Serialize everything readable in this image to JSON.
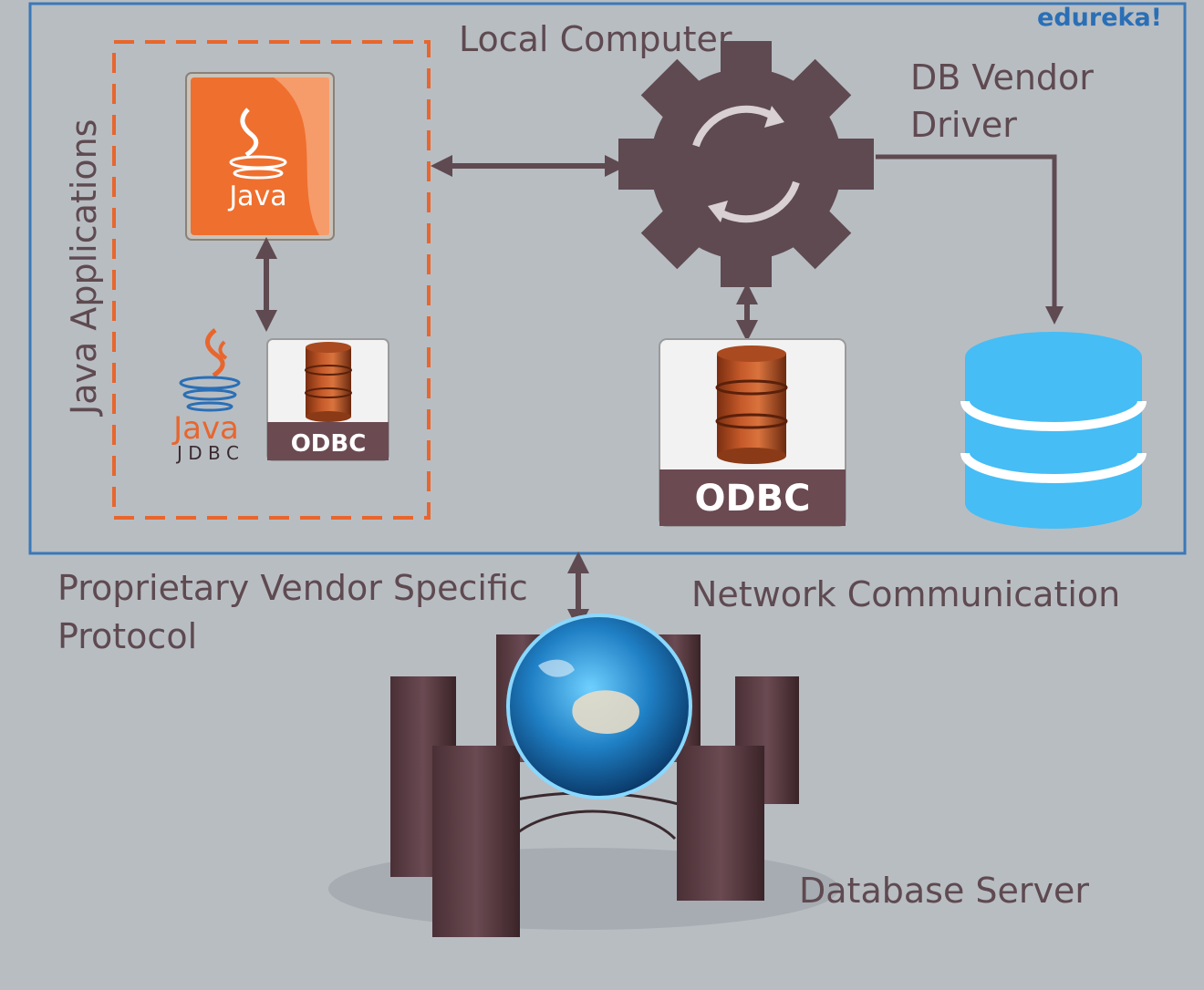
{
  "brand": "edureka!",
  "labels": {
    "local_computer": "Local Computer",
    "db_vendor_line1": "DB Vendor",
    "db_vendor_line2": "Driver",
    "java_applications": "Java Applications",
    "proprietary_line1": "Proprietary Vendor Specific",
    "proprietary_line2": "Protocol",
    "network_communication": "Network Communication",
    "database_server": "Database Server"
  },
  "icons": {
    "java_file": {
      "text": "Java"
    },
    "java_jdbc": {
      "word": "Java",
      "sub": "J D B C"
    },
    "odbc_small": "ODBC",
    "odbc_large": "ODBC"
  },
  "colors": {
    "background": "#b8bdc2",
    "local_box_border": "#3a78b8",
    "dashed_border": "#e8662d",
    "text": "#5e4a50",
    "gear": "#5e4a50",
    "java_orange": "#ef6f2e",
    "database_blue": "#46bdf5",
    "brand_blue": "#2a6fb6"
  }
}
